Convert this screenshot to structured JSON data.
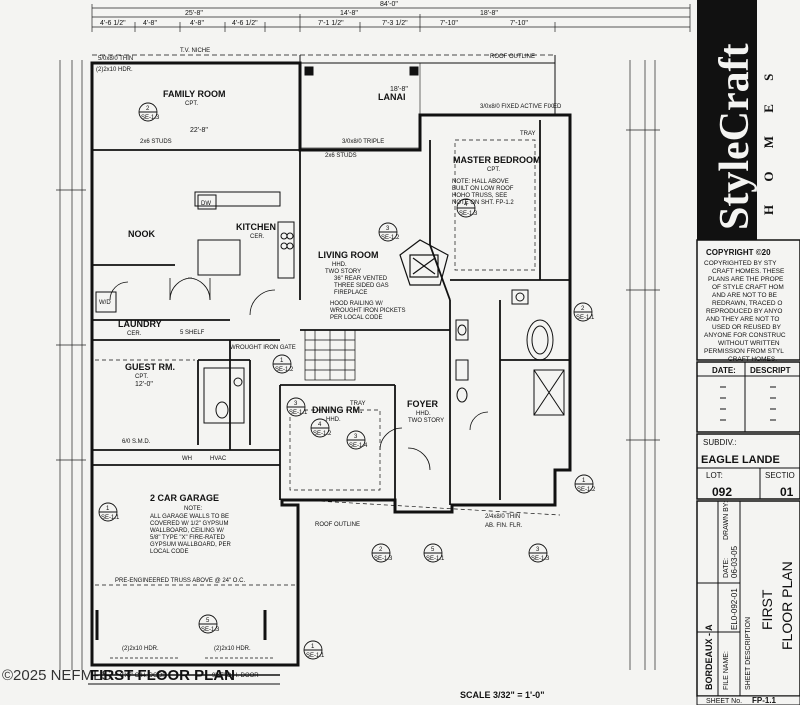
{
  "top_dims": {
    "overall": "84'-0\"",
    "left_overall": "25'-8\"",
    "mid_overall": "14'-8\"",
    "right_overall": "18'-8\"",
    "sub": [
      "4'-6 1/2\"",
      "4'-8\"",
      "4'-8\"",
      "4'-6 1/2\"",
      "7'-1 1/2\"",
      "7'-3 1/2\"",
      "7'-10\"",
      "7'-10\""
    ]
  },
  "rooms": {
    "family": {
      "name": "FAMILY ROOM",
      "sub": "CPT.",
      "dim": "22'-8\""
    },
    "lanai": {
      "name": "LANAI",
      "dim": "18'-8\""
    },
    "master": {
      "name": "MASTER BEDROOM",
      "sub": "CPT."
    },
    "kitchen": {
      "name": "KITCHEN",
      "sub": "CER."
    },
    "nook": {
      "name": "NOOK"
    },
    "living": {
      "name": "LIVING ROOM",
      "sub1": "HHD.",
      "sub2": "TWO STORY"
    },
    "laundry": {
      "name": "LAUNDRY",
      "sub": "CER."
    },
    "guest": {
      "name": "GUEST RM.",
      "sub": "CPT.",
      "dim": "12'-0\""
    },
    "dining": {
      "name": "DINING RM.",
      "sub": "HHD."
    },
    "foyer": {
      "name": "FOYER",
      "sub1": "HHD.",
      "sub2": "TWO STORY"
    },
    "garage": {
      "name": "2 CAR GARAGE",
      "note_title": "NOTE:"
    }
  },
  "notes": {
    "tv_niche": "T.V. NICHE",
    "sliding_top": "5/0x8/0 THIN",
    "hdr_top": "(2)2x10 HDR.",
    "roof_outline": "ROOF OUTLINE",
    "triple": "3/0x8/0 TRIPLE",
    "studs": "2x6 STUDS",
    "studs2": "2x6 STUDS",
    "fixed_active": "3/0x8/0 FIXED ACTIVE FIXED",
    "hall_above": [
      "NOTE: HALL ABOVE",
      "BUILT ON LOW ROOF",
      "HOHO TRUSS, SEE",
      "NOTE ON SHT. FP-1.2"
    ],
    "fireplace": [
      "36\" REAR VENTED",
      "THREE SIDED GAS",
      "FIREPLACE"
    ],
    "railing": [
      "HOOD RAILING W/",
      "WROUGHT IRON PICKETS",
      "PER LOCAL CODE"
    ],
    "iron_gate": "WROUGHT IRON GATE",
    "shelf": "5 SHELF",
    "smd": "6/0 S.M.D.",
    "wh": "WH",
    "hvac": "HVAC",
    "tray": "TRAY",
    "tray2": "TRAY",
    "garage_note": [
      "ALL GARAGE WALLS TO BE",
      "COVERED W/ 1/2\" GYPSUM",
      "WALLBOARD, CEILING W/",
      "5/8\" TYPE \"X\" FIRE-RATED",
      "GYPSUM WALLBOARD, PER",
      "LOCAL CODE"
    ],
    "truss": "PRE-ENGINEERED TRUSS ABOVE @ 24\" O.C.",
    "oh_door1": "9'X7' O.H. DOOR",
    "oh_door2": "9'X7' O.H. DOOR",
    "hdr1": "(2)2x10 HDR.",
    "hdr2": "(2)2x10 HDR.",
    "thin_bottom": "2/4x8/0 THIN",
    "roof_outline_bottom": "ROOF OUTLINE",
    "af_fin_flr": "AB. FIN. FLR.",
    "dw": "DW",
    "wd": "W/D"
  },
  "section_markers": [
    {
      "num": "2",
      "sheet": "SE-1.3"
    },
    {
      "num": "4",
      "sheet": "SE-1.3"
    },
    {
      "num": "2",
      "sheet": "SE-1.1"
    },
    {
      "num": "3",
      "sheet": "SE-1.1"
    },
    {
      "num": "4",
      "sheet": "SE-1.2"
    },
    {
      "num": "3",
      "sheet": "SE-1.4"
    },
    {
      "num": "1",
      "sheet": "SE-1.1"
    },
    {
      "num": "5",
      "sheet": "SE-1.3"
    },
    {
      "num": "1",
      "sheet": "SE-1.1"
    },
    {
      "num": "2",
      "sheet": "SE-1.3"
    },
    {
      "num": "5",
      "sheet": "SE-1.1"
    },
    {
      "num": "3",
      "sheet": "SE-1.3"
    },
    {
      "num": "1",
      "sheet": "SE-1.2"
    },
    {
      "num": "3",
      "sheet": "SE-1.2"
    },
    {
      "num": "1",
      "sheet": "SE-1.2"
    }
  ],
  "plan_title": "FIRST FLOOR PLAN",
  "scale": "SCALE 3/32\" = 1'-0\"",
  "watermark": "©2025 NEFMLS",
  "title_block": {
    "brand": "StyleCraft",
    "brand_sub": "H O M E S",
    "copyright_head": "COPYRIGHT ©20",
    "copyright_lines": [
      "COPYRIGHTED BY STY",
      "CRAFT HOMES. THESE",
      "PLANS ARE THE PROPE",
      "OF STYLE CRAFT HOM",
      "AND ARE NOT TO BE",
      "REDRAWN, TRACED O",
      "REPRODUCED BY ANYO",
      "AND THEY ARE NOT TO",
      "USED OR REUSED BY",
      "ANYONE FOR CONSTRUC",
      "WITHOUT WRITTEN",
      "PERMISSION FROM STYL",
      "CRAFT HOMES."
    ],
    "date_label": "DATE:",
    "descr_label": "DESCRIPT",
    "subdiv_label": "SUBDIV.:",
    "subdiv_value": "EAGLE LANDE",
    "lot_label": "LOT:",
    "lot_value": "092",
    "section_label": "SECTIO",
    "section_value": "01",
    "model": "BORDEAUX - A",
    "file_label": "FILE NAME:",
    "file_value": "EL0-092-01",
    "date2_label": "DATE:",
    "date2_value": "06-03-05",
    "drawn_label": "DRAWN BY:",
    "sheet_desc_label": "SHEET DESCRIPTION",
    "sheet_desc_value1": "FIRST",
    "sheet_desc_value2": "FLOOR PLAN",
    "sheet_no_label": "SHEET No.",
    "sheet_no_value": "FP-1.1"
  }
}
